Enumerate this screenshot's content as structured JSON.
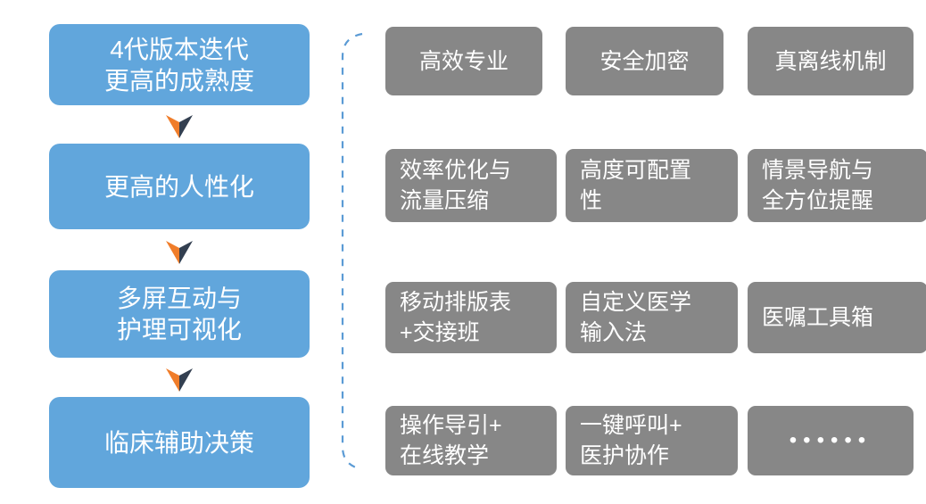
{
  "colors": {
    "stage_blue": "#61A6DC",
    "feature_gray": "#878787",
    "arrow_orange": "#F07D2A",
    "arrow_navy": "#333F50",
    "brace_blue": "#5B9BD5",
    "text_white": "#FFFFFF",
    "background": "#FFFFFF"
  },
  "flow": {
    "stages": [
      {
        "label": "4代版本迭代\n更高的成熟度"
      },
      {
        "label": "更高的人性化"
      },
      {
        "label": "多屏互动与\n护理可视化"
      },
      {
        "label": "临床辅助决策"
      }
    ]
  },
  "features": {
    "rows": [
      {
        "cells": [
          {
            "label": "高效专业"
          },
          {
            "label": "安全加密"
          },
          {
            "label": "真离线机制"
          }
        ]
      },
      {
        "cells": [
          {
            "label": "效率优化与\n流量压缩"
          },
          {
            "label": "高度可配置\n性"
          },
          {
            "label": "情景导航与\n全方位提醒"
          }
        ]
      },
      {
        "cells": [
          {
            "label": "移动排版表\n+交接班"
          },
          {
            "label": "自定义医学\n输入法"
          },
          {
            "label": "医嘱工具箱"
          }
        ]
      },
      {
        "cells": [
          {
            "label": "操作导引+\n在线教学"
          },
          {
            "label": "一键呼叫+\n医护协作"
          },
          {
            "label": "••••••"
          }
        ]
      }
    ]
  }
}
